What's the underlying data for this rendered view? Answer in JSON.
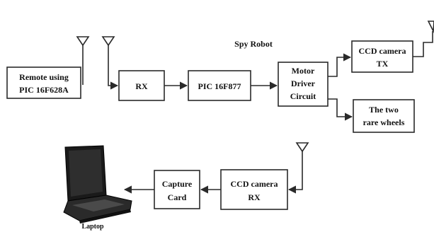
{
  "title": "Spy Robot",
  "blocks": {
    "remote": [
      "Remote using",
      "PIC 16F628A"
    ],
    "rx": [
      "RX"
    ],
    "pic": [
      "PIC 16F877"
    ],
    "motor": [
      "Motor",
      "Driver",
      "Circuit"
    ],
    "ccd_tx": [
      "CCD camera",
      "TX"
    ],
    "wheels": [
      "The two",
      "rare wheels"
    ],
    "ccd_rx": [
      "CCD camera",
      "RX"
    ],
    "capture": [
      "Capture",
      "Card"
    ]
  },
  "laptop_label": "Laptop",
  "icons": [
    "antenna-icon",
    "arrowhead-icon",
    "laptop-icon"
  ],
  "colors": {
    "line": "#2a2a2a",
    "text": "#111111",
    "background": "#ffffff"
  }
}
